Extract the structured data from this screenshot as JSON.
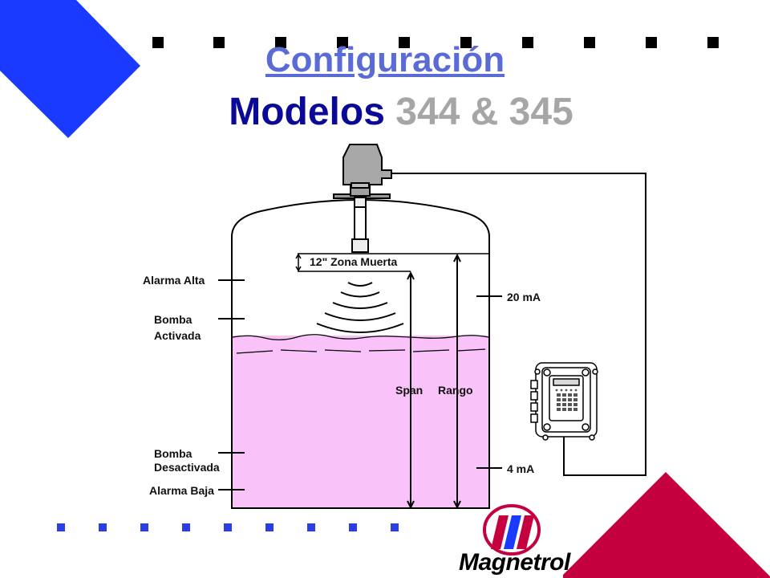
{
  "title": {
    "link_text": "Configuración",
    "models_word": "Modelos",
    "model_numbers": "344 & 345"
  },
  "tank": {
    "dead_zone_label": "12\" Zona Muerta",
    "left_labels": {
      "alarm_high": "Alarma Alta",
      "pump_on_line1": "Bomba",
      "pump_on_line2": "Activada",
      "pump_off_line1": "Bomba",
      "pump_off_line2": "Desactivada",
      "alarm_low": "Alarma Baja"
    },
    "right_labels": {
      "ma_20": "20 mA",
      "ma_4": "4 mA"
    },
    "measure_labels": {
      "span": "Span",
      "range": "Rango"
    }
  },
  "logo": {
    "text": "Magnetrol"
  },
  "colors": {
    "title_link": "#5a6bd6",
    "models": "#0a0a96",
    "numbers": "#a6a6a6",
    "liquid": "#f9c2f9",
    "accent_crimson": "#c4003e",
    "accent_blue": "#1a3aff",
    "bullets_bottom": "#2b3fe0"
  },
  "icons": [
    "level-transmitter-icon",
    "controller-unit-icon",
    "magnetrol-logo-icon"
  ]
}
